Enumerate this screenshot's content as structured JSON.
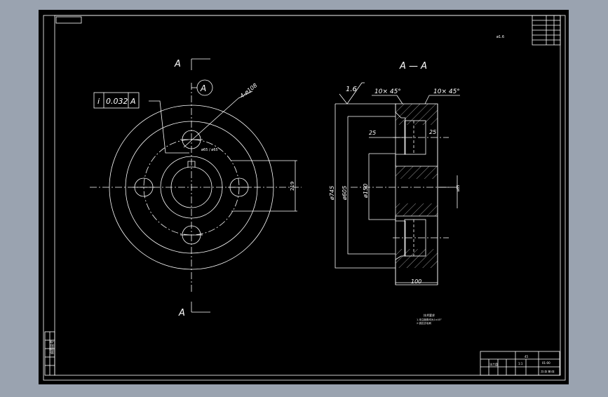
{
  "colors": {
    "app_bg": "#9aa3b0",
    "sheet": "#000000",
    "stroke": "#ffffff"
  },
  "front_view": {
    "section_mark_top": "A",
    "section_mark_bottom": "A",
    "datum_label": "A",
    "tolerance_symbol": "i",
    "tolerance_value": "0.032",
    "tolerance_datum": "A",
    "hole_callout": "4-ø108",
    "bore_dims": "ø65 / ø65",
    "slot_dim": "219"
  },
  "section_view": {
    "title": "A — A",
    "roughness": "1.6",
    "chamfer_left": "10× 45°",
    "chamfer_right": "10× 45°",
    "dim_25_left": "25",
    "dim_25_right": "25",
    "dim_d1": "ø745",
    "dim_d2": "ø605",
    "dim_d3": "ø150",
    "dim_right": "ø85",
    "dim_width": "100"
  },
  "notes": {
    "top_right_mark": "ø1.6",
    "tech_title": "技术要求",
    "tech_line1": "1.未注倒角均为1×45°",
    "tech_line2": "2.锐边去毛刺"
  },
  "corner_table": {
    "rows": [
      "",
      "",
      "",
      "",
      "",
      ""
    ]
  },
  "side_strip": {
    "label": "底图总号"
  },
  "title_block": {
    "part_name": "法兰盘",
    "mark": "45",
    "drawing_no": "01-00",
    "scale": "1:1",
    "sheet": "共1张 第1张"
  }
}
